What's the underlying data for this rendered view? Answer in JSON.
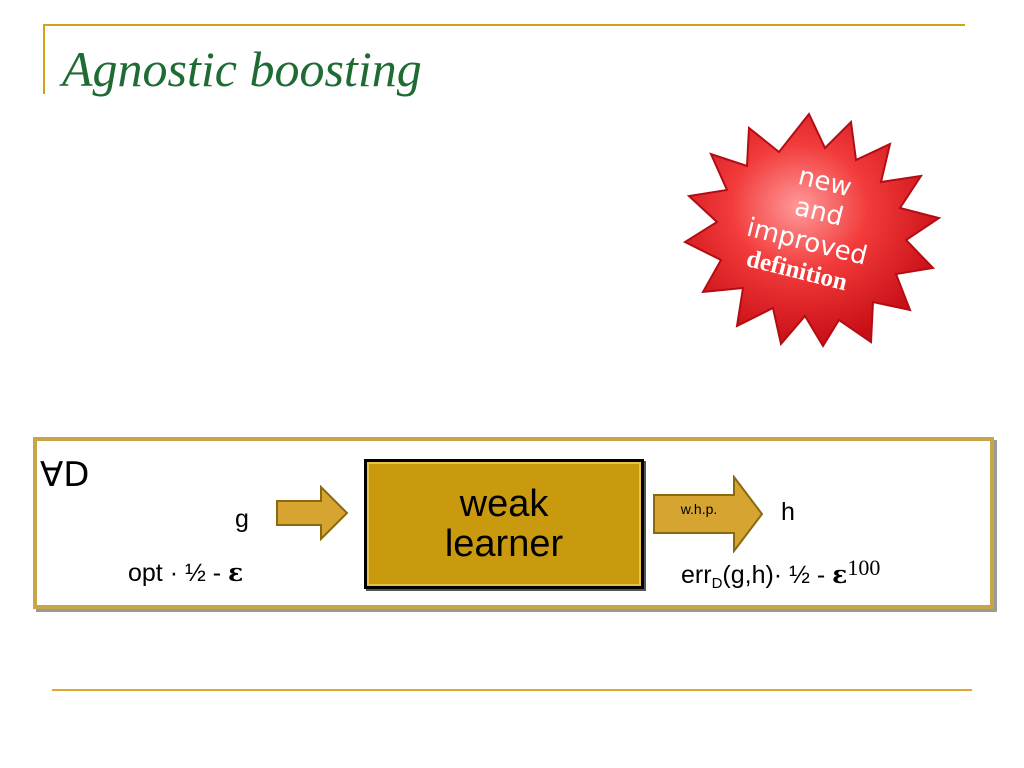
{
  "slide": {
    "title": "Agnostic boosting"
  },
  "badge": {
    "line1": "new",
    "line2": "and",
    "line3": "improved",
    "caption": "definition",
    "colors": {
      "star": "#e8161f",
      "star_edge": "#b30d14",
      "caption": "#ffffff"
    }
  },
  "diagram": {
    "forall": "∀D",
    "input_label": "g",
    "box_line1": "weak",
    "box_line2": "learner",
    "arrow_label": "w.h.p.",
    "output_label": "h",
    "opt": {
      "prefix": "opt · ½ - ",
      "epsilon": "ε"
    },
    "err": {
      "err": "err",
      "sub": "D",
      "rest": "(g,h)· ½ - ",
      "epsilon": "ε",
      "power": "100"
    },
    "colors": {
      "box": "#c99a0e",
      "arrow": "#d6a531",
      "frame": "#c8a548",
      "rule": "#d4a017",
      "title": "#1e6b33"
    }
  }
}
